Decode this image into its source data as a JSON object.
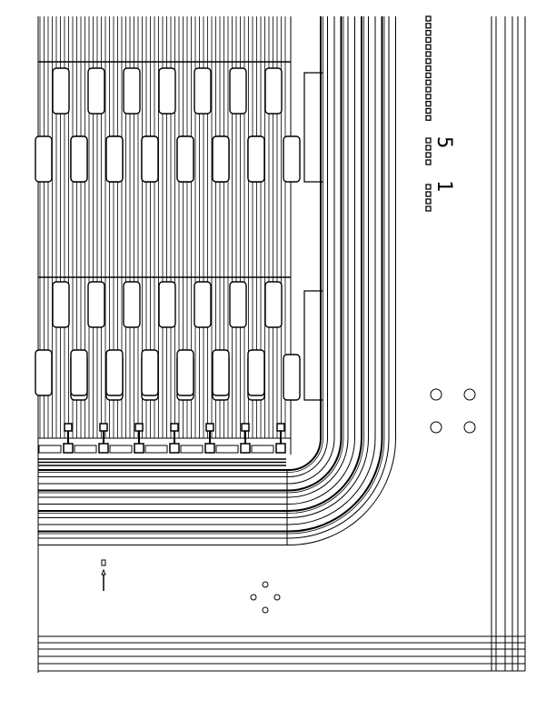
{
  "drawing": {
    "stroke_color": "#000000",
    "background": "#ffffff",
    "labels": {
      "mark_a": "5",
      "mark_b": "1"
    },
    "cell_columns": 7,
    "bus_lines": 12
  }
}
